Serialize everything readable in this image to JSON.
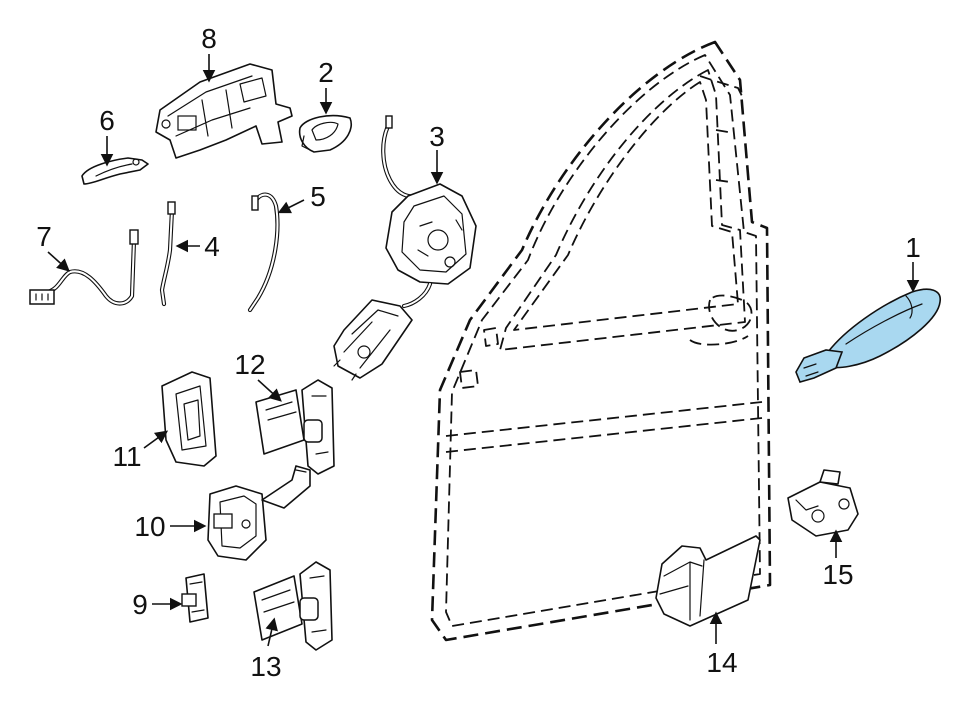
{
  "diagram": {
    "callouts": [
      {
        "id": 1,
        "label": "1"
      },
      {
        "id": 2,
        "label": "2"
      },
      {
        "id": 3,
        "label": "3"
      },
      {
        "id": 4,
        "label": "4"
      },
      {
        "id": 5,
        "label": "5"
      },
      {
        "id": 6,
        "label": "6"
      },
      {
        "id": 7,
        "label": "7"
      },
      {
        "id": 8,
        "label": "8"
      },
      {
        "id": 9,
        "label": "9"
      },
      {
        "id": 10,
        "label": "10"
      },
      {
        "id": 11,
        "label": "11"
      },
      {
        "id": 12,
        "label": "12"
      },
      {
        "id": 13,
        "label": "13"
      },
      {
        "id": 14,
        "label": "14"
      },
      {
        "id": 15,
        "label": "15"
      }
    ],
    "highlighted_part": "1",
    "colors": {
      "highlight_fill": "#a9d8f0",
      "line": "#111111",
      "background": "#ffffff"
    }
  }
}
